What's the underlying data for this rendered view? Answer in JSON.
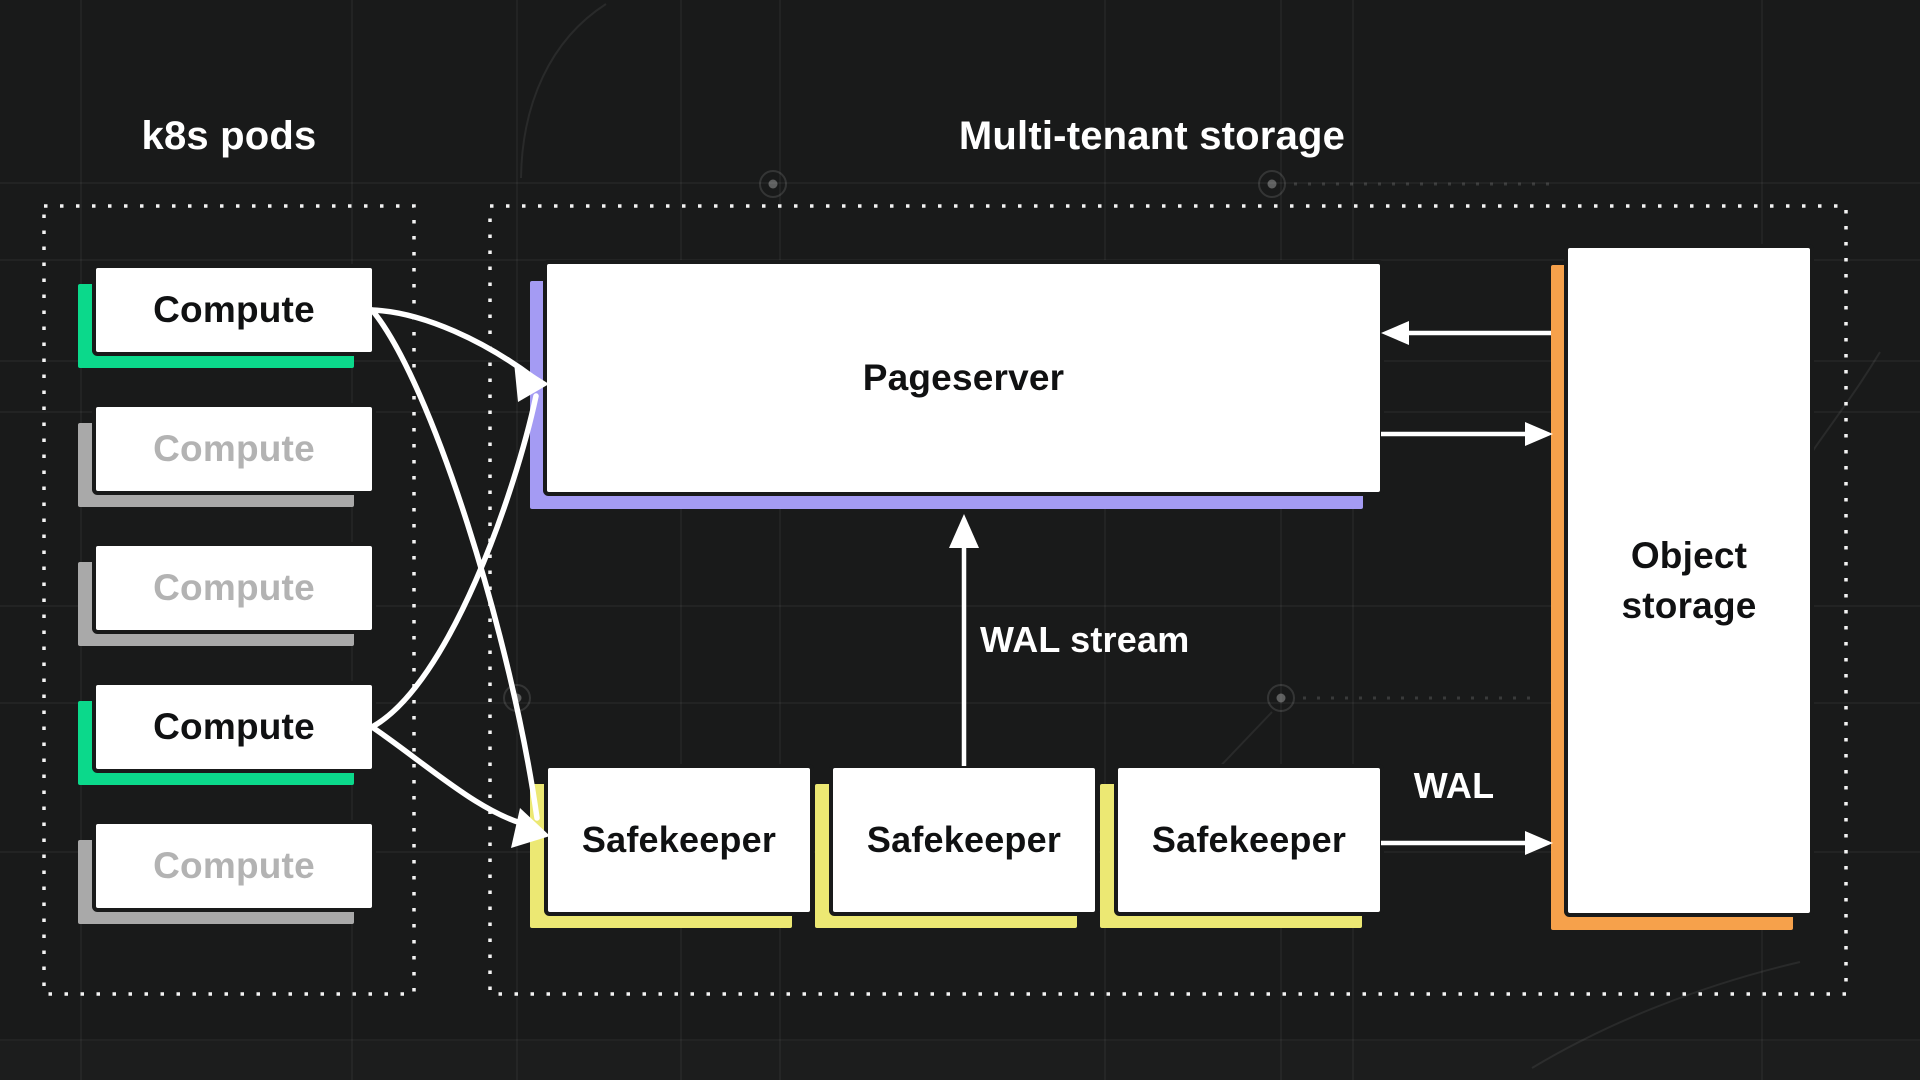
{
  "header": {
    "k8s_title": "k8s pods",
    "storage_title": "Multi-tenant storage"
  },
  "k8s_pods": {
    "computes": [
      {
        "label": "Compute",
        "state": "active"
      },
      {
        "label": "Compute",
        "state": "inactive"
      },
      {
        "label": "Compute",
        "state": "inactive"
      },
      {
        "label": "Compute",
        "state": "active"
      },
      {
        "label": "Compute",
        "state": "inactive"
      }
    ]
  },
  "storage": {
    "pageserver_label": "Pageserver",
    "safekeeper_labels": [
      "Safekeeper",
      "Safekeeper",
      "Safekeeper"
    ],
    "object_storage_label": "Object storage"
  },
  "annotations": {
    "wal_stream_label": "WAL stream",
    "wal_label": "WAL"
  },
  "colors": {
    "background": "#191a1a",
    "accent_green": "#0bd98b",
    "accent_purple": "#a49bf3",
    "accent_yellow": "#ece873",
    "accent_orange": "#f6a14b",
    "inactive_gray": "#a9a9a9",
    "arrow_white": "#ffffff"
  }
}
